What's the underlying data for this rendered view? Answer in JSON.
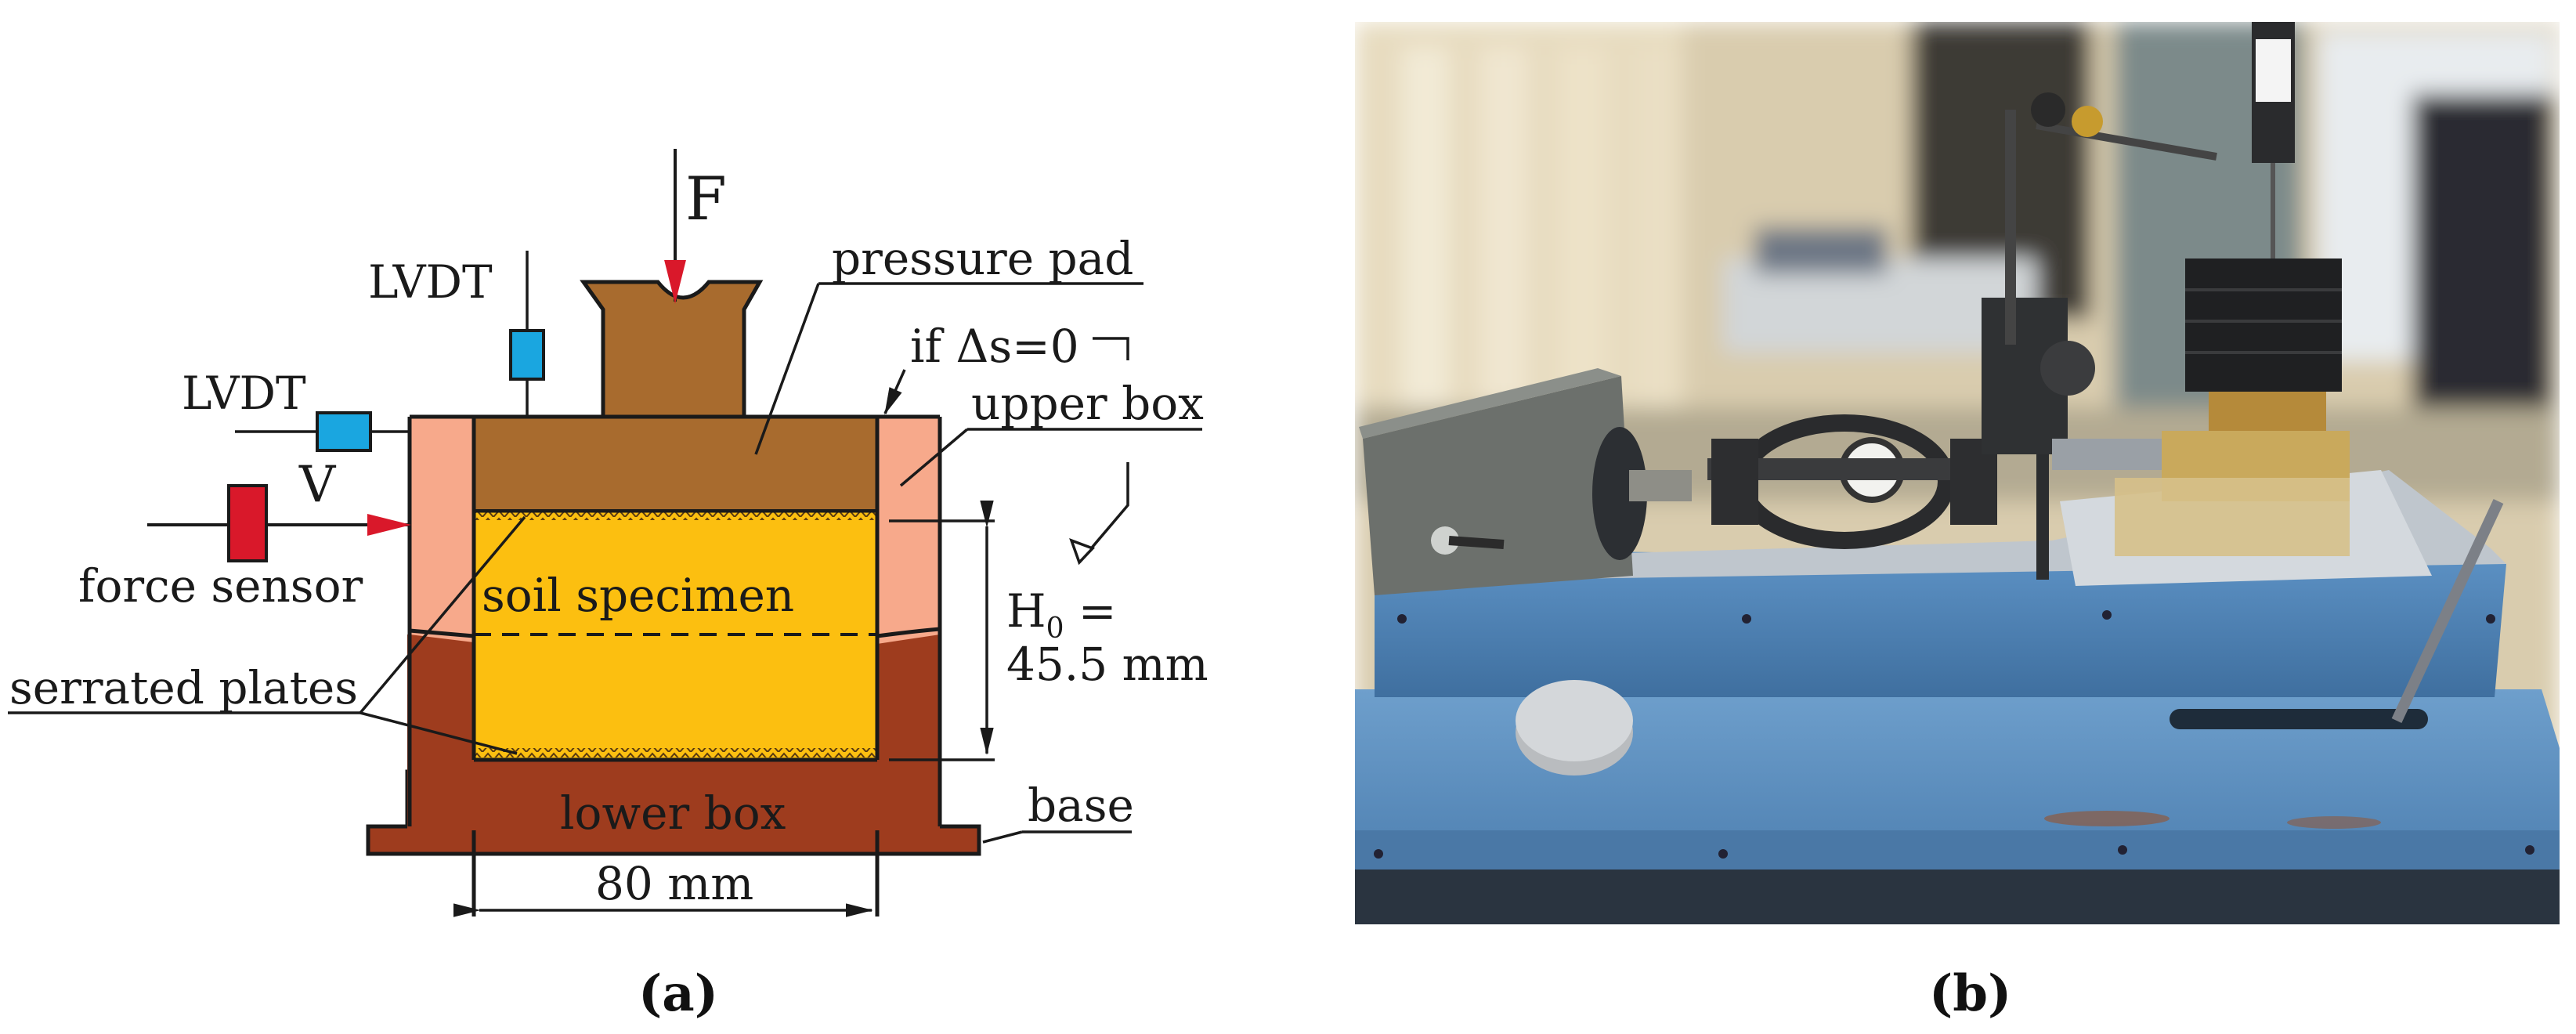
{
  "panel_a": {
    "labels": {
      "force": "F",
      "pressure_pad": "pressure pad",
      "lvdt_vertical": "LVDT",
      "lvdt_horizontal": "LVDT",
      "condition_prefix": "if ",
      "condition_delta": "Δs=0",
      "upper_box": "upper box",
      "shear_force": "V",
      "force_sensor": "force sensor",
      "soil_specimen": "soil specimen",
      "height_symbol": "H",
      "height_subscript": "0",
      "height_equals": " =",
      "height_value": "45.5 mm",
      "serrated_plates": "serrated plates",
      "lower_box": "lower box",
      "base": "base",
      "width_value": "80 mm"
    },
    "caption": "(a)"
  },
  "panel_b": {
    "caption": "(b)"
  },
  "colors": {
    "pressure_pad": "#a86b2e",
    "upper_box": "#f7a98b",
    "lower_box": "#9e3c1e",
    "soil": "#fcbf10",
    "lvdt": "#1aa6e0",
    "force_sensor": "#d9182a",
    "arrow": "#d9182a",
    "photo_table_blue": "#5b8fc0",
    "photo_metal": "#c5ccd3"
  }
}
